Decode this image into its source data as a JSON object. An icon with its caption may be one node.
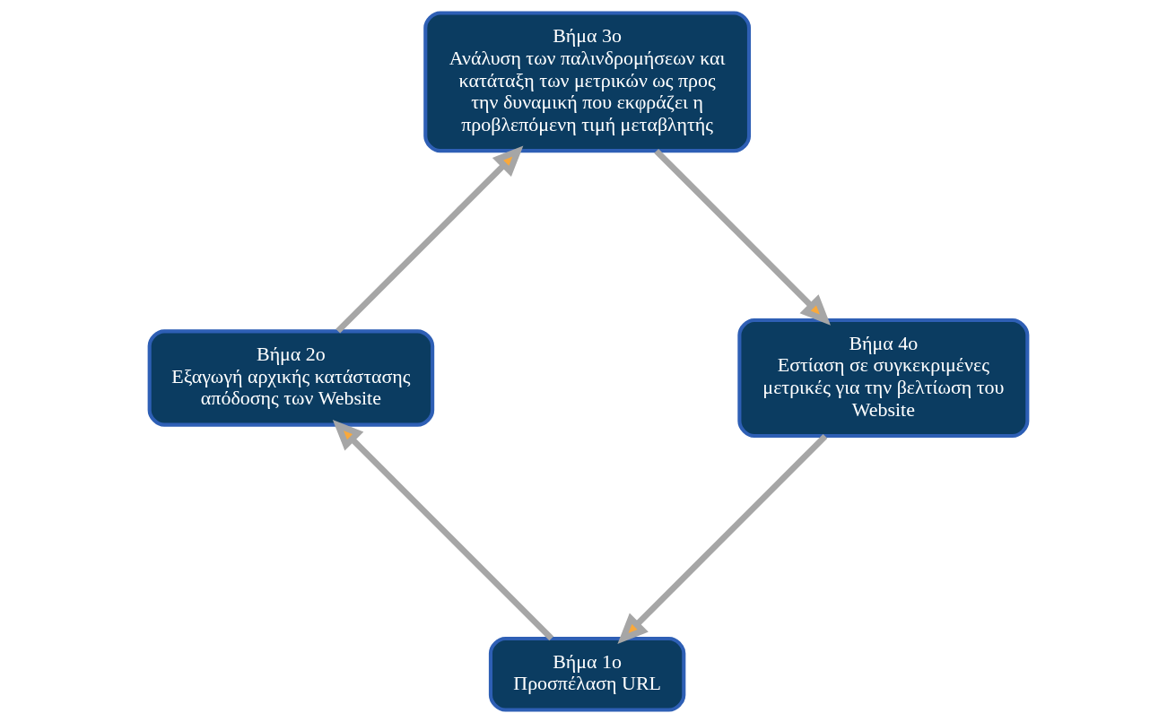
{
  "diagram": {
    "nodes": [
      {
        "text": [
          "Βήμα 1ο",
          "Προσπέλαση URL"
        ]
      },
      {
        "text": [
          "Βήμα 2ο",
          "Εξαγωγή αρχικής κατάστασης απόδοσης των Website"
        ]
      },
      {
        "text": [
          "Βήμα 3ο",
          "Ανάλυση των παλινδρομήσεων και κατάταξη των μετρικών ως προς την δυναμική που εκφράζει η προβλεπόμενη τιμή μεταβλητής"
        ]
      },
      {
        "text": [
          "Βήμα 4ο",
          "Εστίαση σε συγκεκριμένες μετρικές για την βελτίωση του Website"
        ]
      }
    ],
    "edges": [
      {
        "from": 0,
        "to": 1,
        "arrow": "to"
      },
      {
        "from": 1,
        "to": 2,
        "arrow": "to"
      },
      {
        "from": 2,
        "to": 3,
        "arrow": "to"
      },
      {
        "from": 3,
        "to": 0,
        "arrow": "to"
      }
    ]
  }
}
